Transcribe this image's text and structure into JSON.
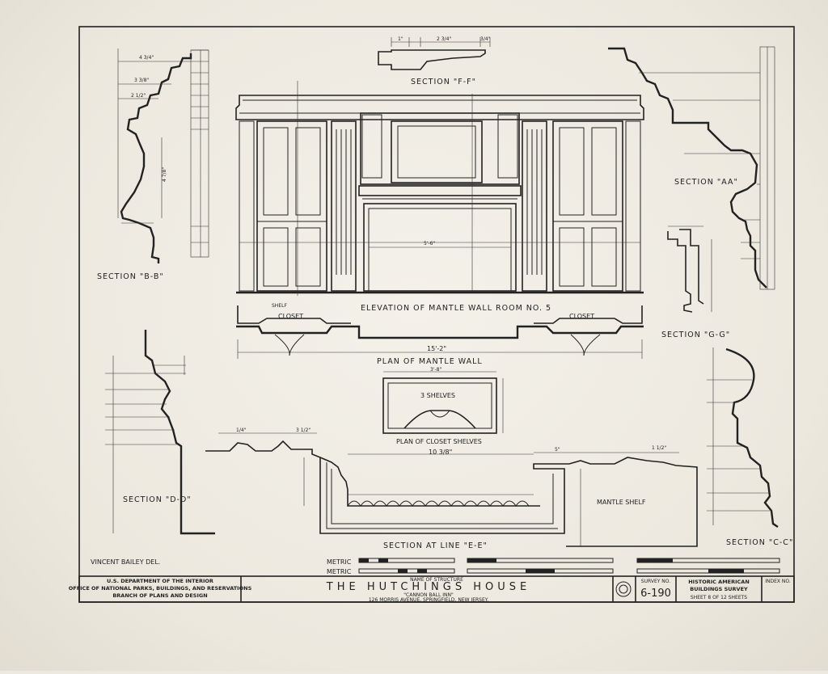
{
  "sections": {
    "bb": "SECTION \"B-B\"",
    "ff": "SECTION \"F-F\"",
    "aa": "SECTION \"AA\"",
    "gg": "SECTION \"G-G\"",
    "dd": "SECTION \"D-D\"",
    "cc": "SECTION \"C-C\"",
    "ee": "SECTION AT LINE \"E-E\""
  },
  "elevation_title": "ELEVATION OF MANTLE WALL ROOM NO. 5",
  "plan_title": "PLAN OF MANTLE WALL",
  "closet_plan_title": "PLAN OF CLOSET SHELVES",
  "labels": {
    "closet_left": "CLOSET",
    "closet_right": "CLOSET",
    "shelf": "SHELF",
    "shelves": "3 SHELVES",
    "mantle_shelf": "MANTLE SHELF"
  },
  "dimensions": {
    "plan_width": "15'-2\"",
    "ee_width": "10 3/8\"",
    "closet_width": "3'-8\"",
    "fireplace_width": "5'-6\"",
    "ff_a": "1\"",
    "ff_b": "2 3/4\"",
    "ff_c": "3/4\"",
    "bb_a": "4 3/4\"",
    "bb_b": "3 3/8\"",
    "bb_c": "2 1/2\"",
    "bb_d": "4 7/8\"",
    "ee_a": "1/4\"",
    "ee_b": "3 1/2\"",
    "ee_c": "5\"",
    "ee_d": "1 1/2\""
  },
  "delineator": "VINCENT BAILEY    DEL.",
  "scale_labels": [
    "METRIC",
    "METRIC"
  ],
  "title_block": {
    "agency_line1": "U.S. DEPARTMENT OF THE INTERIOR",
    "agency_line2": "OFFICE OF NATIONAL PARKS, BUILDINGS, AND RESERVATIONS",
    "agency_line3": "BRANCH OF PLANS AND DESIGN",
    "name_label": "NAME OF STRUCTURE",
    "name": "THE HUTCHINGS HOUSE",
    "subname": "\"CANNON BALL INN\"",
    "address": "126 MORRIS AVENUE,      SPRINGFIELD, NEW JERSEY.",
    "survey_label": "SURVEY NO.",
    "survey_no": "6-190",
    "habs_line1": "HISTORIC AMERICAN",
    "habs_line2": "BUILDINGS SURVEY",
    "sheet_text": "SHEET 8 OF 12 SHEETS",
    "index_label": "INDEX NO."
  }
}
